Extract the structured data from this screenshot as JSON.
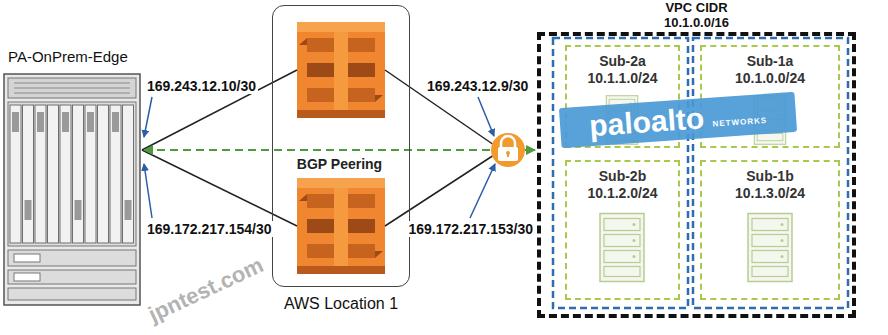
{
  "diagram": {
    "nodes": [
      {
        "text": [
          "PA-OnPrem-Edge"
        ]
      },
      {
        "text": [
          "AWS Location 1"
        ]
      },
      {
        "text": [
          "VPC CIDR",
          "10.1.0.0/16"
        ]
      },
      {
        "text": [
          "Sub-2a",
          "10.1.1.0/24"
        ],
        "in": 2
      },
      {
        "text": [
          "Sub-1a",
          "10.1.0.0/24"
        ],
        "in": 2
      },
      {
        "text": [
          "Sub-2b",
          "10.1.2.0/24"
        ],
        "in": 2
      },
      {
        "text": [
          "Sub-1b",
          "10.1.3.0/24"
        ],
        "in": 2
      }
    ],
    "edges": [
      {
        "from": 0,
        "to": 2,
        "label": "BGP Peering",
        "arrow": "both"
      }
    ],
    "labels": [
      "169.243.12.10/30",
      "169.172.217.154/30",
      "169.243.12.9/30",
      "169.172.217.153/30",
      "paloalto",
      "NETWORKS",
      "jpntest.com"
    ]
  }
}
